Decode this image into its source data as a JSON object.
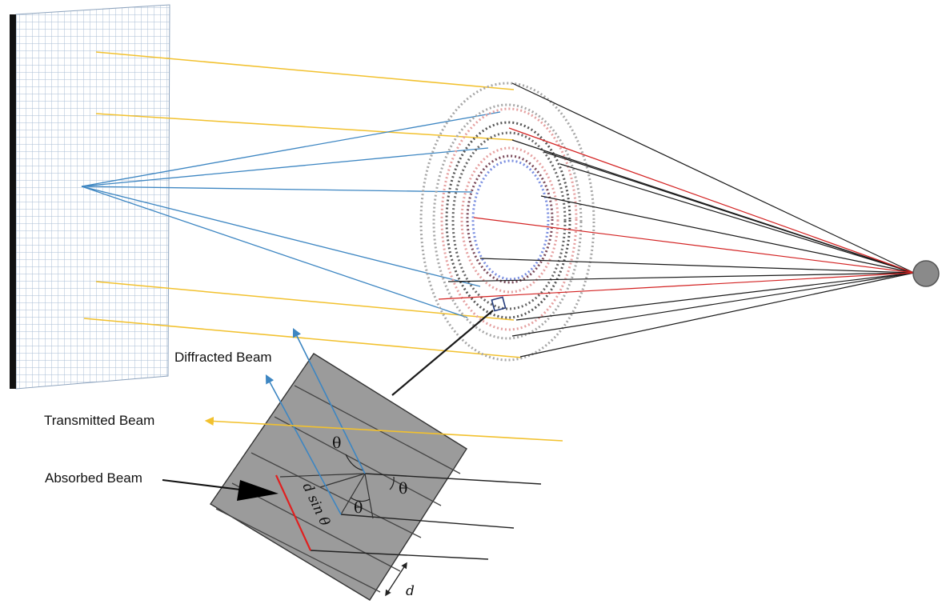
{
  "labels": {
    "diffracted": "Diffracted Beam",
    "transmitted": "Transmitted Beam",
    "absorbed": "Absorbed Beam",
    "theta": "θ",
    "d_sin_theta": "d sin θ",
    "d": "d"
  },
  "colors": {
    "incident": "#1a1a1a",
    "diffracted": "#3d86c2",
    "transmitted": "#f2c12e",
    "absorbed": "#e02020",
    "crystal": "#9b9b9b",
    "source": "#8a8a8a",
    "ring_grey": "#a7a7a7",
    "ring_red": "#e5a0a0",
    "ring_blue": "#7a8ee0",
    "ring_dark": "#555555",
    "grid": "#a9bdd4"
  }
}
